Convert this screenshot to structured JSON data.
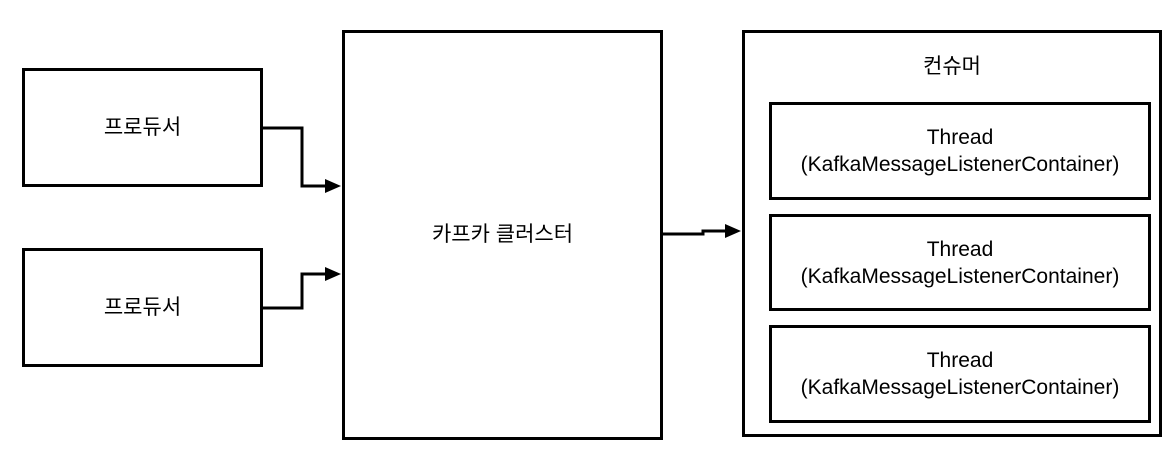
{
  "colors": {
    "line": "#000000",
    "background": "#ffffff",
    "text": "#000000"
  },
  "diagram": {
    "producer1": {
      "label": "프로듀서"
    },
    "producer2": {
      "label": "프로듀서"
    },
    "kafka_cluster": {
      "label": "카프카 클러스터"
    },
    "consumer": {
      "title": "컨슈머",
      "threads": [
        {
          "name": "Thread",
          "detail": "(KafkaMessageListenerContainer)"
        },
        {
          "name": "Thread",
          "detail": "(KafkaMessageListenerContainer)"
        },
        {
          "name": "Thread",
          "detail": "(KafkaMessageListenerContainer)"
        }
      ]
    },
    "connections": [
      {
        "from": "producer1",
        "to": "kafka_cluster"
      },
      {
        "from": "producer2",
        "to": "kafka_cluster"
      },
      {
        "from": "kafka_cluster",
        "to": "consumer"
      }
    ]
  }
}
